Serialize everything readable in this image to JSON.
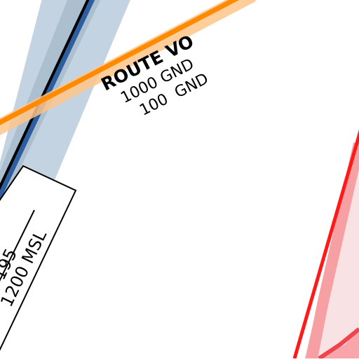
{
  "route": {
    "name": "ROUTE VO",
    "upper_altitude": "1000 GND",
    "lower_altitude": "100  GND",
    "color": "#ff8a00",
    "buffer_color": "#ffc68a"
  },
  "airway": {
    "line_color": "#000000",
    "inner_color": "#2f5ea0",
    "corridor_color": "#c3d3e2"
  },
  "altitude_box": {
    "upper_partial": "195",
    "lower": "1200 MSL"
  },
  "restricted_area": {
    "border_color": "#ff1a1a",
    "band_color": "#f7a0a4",
    "fill_color": "#f8e2e4"
  }
}
